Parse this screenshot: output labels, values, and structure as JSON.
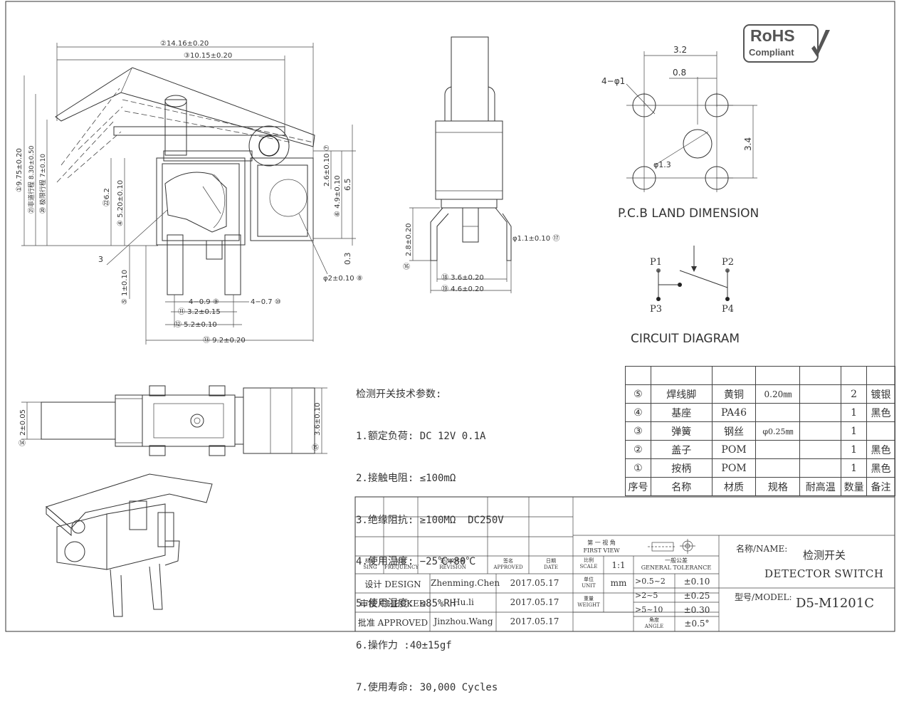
{
  "rohs": {
    "line1": "RoHS",
    "line2": "Compliant"
  },
  "dims": {
    "d2": "②14.16±0.20",
    "d3": "③10.15±0.20",
    "d1": "①9.75±0.20",
    "d21": "㉑非道行程 8.30±0.50",
    "d20": "⑳ 极限行程 7±0.10",
    "d22": "㉒6.2",
    "d4": "④ 5.20±0.10",
    "d5": "⑤ 1±0.10",
    "label3": "3",
    "d9": "4−0.9 ⑨",
    "d10": "4−0.7 ⑩",
    "d11": "⑪ 3.2±0.15",
    "d12": "⑫ 5.2±0.10",
    "d13": "⑬ 9.2±0.20",
    "d7": "2.6±0.10 ⑦",
    "d6": "⑥ 4.9±0.10",
    "d65": "6.5",
    "d03": "0.3",
    "d8": "φ2±0.10 ⑧",
    "d16a": "2.8±0.20",
    "d16": "⑯",
    "d17": "φ1.1±0.10 ⑰",
    "d18": "⑱ 3.6±0.20",
    "d19": "⑲ 4.6±0.20",
    "d14a": "2±0.05",
    "d14": "⑭",
    "d15a": "3.6±0.10",
    "d15": "⑮"
  },
  "pcb": {
    "w": "3.2",
    "s": "0.8",
    "h": "3.4",
    "hole4": "4−φ1",
    "hole1": "φ1.3",
    "title": "P.C.B LAND DIMENSION"
  },
  "circuit": {
    "p1": "P1",
    "p2": "P2",
    "p3": "P3",
    "p4": "P4",
    "title": "CIRCUIT DIAGRAM"
  },
  "specs": {
    "title": "检测开关技术参数:",
    "lines": [
      "1.额定负荷: DC 12V 0.1A",
      "2.接触电阻: ≤100mΩ",
      "3.绝缘阻抗: ≥100MΩ  DC250V",
      "4.使用温度: −25℃+80℃",
      "5.使用湿度: ≤85%RH",
      "6.操作力 :40±15gf",
      "7.使用寿命: 30,000 Cycles"
    ]
  },
  "bom": {
    "rows": [
      {
        "no": "⑤",
        "name": "焊线脚",
        "material": "黄铜",
        "spec": "0.20㎜",
        "temp": "",
        "qty": "2",
        "note": "镀银"
      },
      {
        "no": "④",
        "name": "基座",
        "material": "PA46",
        "spec": "",
        "temp": "",
        "qty": "1",
        "note": "黑色"
      },
      {
        "no": "③",
        "name": "弹簧",
        "material": "钢丝",
        "spec": "φ0.25㎜",
        "temp": "",
        "qty": "1",
        "note": ""
      },
      {
        "no": "②",
        "name": "盖子",
        "material": "POM",
        "spec": "",
        "temp": "",
        "qty": "1",
        "note": "黑色"
      },
      {
        "no": "①",
        "name": "按柄",
        "material": "POM",
        "spec": "",
        "temp": "",
        "qty": "1",
        "note": "黑色"
      }
    ],
    "header": {
      "no": "序号",
      "name": "名称",
      "material": "材质",
      "spec": "规格",
      "temp": "耐高温",
      "qty": "数量",
      "note": "备注"
    }
  },
  "titleblock": {
    "rev_headers": {
      "mark": "标记\nSING",
      "freq": "处数\nFREQUENCY",
      "revision": "更改文件号\nREVISION",
      "approved": "签名\nAPPROVED",
      "date": "日期\nDATE"
    },
    "design_label": "设计 DESIGN",
    "design_name": "Zhenming.Chen",
    "design_date": "2017.05.17",
    "checked_label": "审核 CHECKED",
    "checked_name": "Hu.li",
    "checked_date": "2017.05.17",
    "approve_label": "批准 APPROVED",
    "approve_name": "Jinzhou.Wang",
    "approve_date": "2017.05.17",
    "first_view": "第 一 视 角\nFIRST VIEW",
    "scale_label": "比例\nSCALE",
    "scale": "1:1",
    "unit_label": "单位\nUNIT",
    "unit": "mm",
    "weight_label": "重量\nWEIGHT",
    "tol_label": "一般公差\nGENERAL TOLERANCE",
    "tol": [
      {
        "range": ">0.5~2",
        "val": "±0.10"
      },
      {
        "range": ">2~5",
        "val": "±0.25"
      },
      {
        "range": ">5~10",
        "val": "±0.30"
      },
      {
        "range": "角度\nANGLE",
        "val": "±0.5°"
      }
    ],
    "name_label": "名称/NAME:",
    "name_cn": "检测开关",
    "name_en": "DETECTOR SWITCH",
    "model_label": "型号/MODEL:",
    "model": "D5-M1201C"
  }
}
